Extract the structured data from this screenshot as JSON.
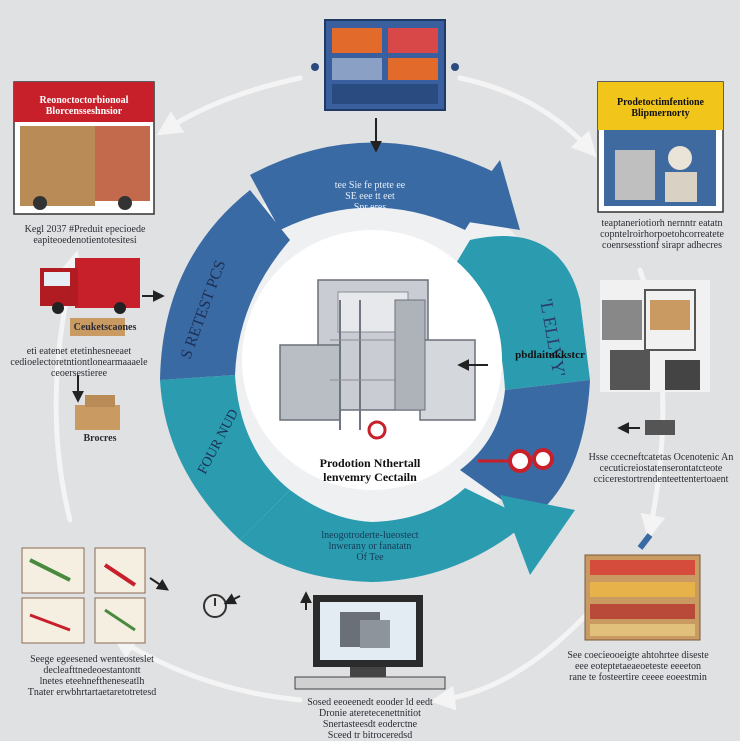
{
  "center": {
    "title_line1": "Prodotion Nthertall",
    "title_line2": "lenvemry Cectailn"
  },
  "ring_labels": {
    "top_lines": [
      "tee Sie fe ptete ee",
      "SE eee tt eet",
      "Spr eres"
    ],
    "bottom_lines": [
      "lneogotroderte-lueostect",
      "lnwerany or fanatatn",
      "Of Tee"
    ],
    "right_large": "'L ELLVY'",
    "right_small": "pbdlaitukkstcr",
    "left_upper": "S RETEST PCS",
    "left_lower": "FOUR NUD"
  },
  "stations": [
    {
      "id": "top-left",
      "header": [
        "Reonoctoctorbionoal",
        "Blorcensseshnsior"
      ],
      "caption": [
        "Kegl 2037 #Preduit epecioede",
        "eapiteoedenotientotesitesi"
      ]
    },
    {
      "id": "top-right",
      "header": [
        "Prodetoctimfentione",
        "Blipmernorty"
      ],
      "caption": [
        "teaptaneriotiorh nernntr eatatn",
        "copntelroirhorpoetohcorreatete",
        "coenrsesstionf sirapr adhecres"
      ]
    },
    {
      "id": "left-truck",
      "tag": "Ceuketscaones",
      "caption": [
        "eti eatenet etetinhesneeaet",
        "cedioelectoretntiontlonearmaaaele",
        "ceoersestieree"
      ]
    },
    {
      "id": "left-boxes",
      "tag": "Brocres"
    },
    {
      "id": "right-station",
      "caption": [
        "Hsse ccecneftcatetas Ocenotenic An",
        "cecuticreiostatenserontatcteote",
        "ccicerestortrendenteettentertoaent"
      ]
    },
    {
      "id": "bottom-left",
      "caption": [
        "Seege egeesened wenteosteslet",
        "decleafttnedeoestantontt",
        "lnetes eteehneftheneseatlh",
        "Tnater erwbhrtartaetaretotretesd"
      ]
    },
    {
      "id": "bottom-center",
      "caption": [
        "Sosed eeoeenedt eooder ld eedt",
        "Dronie ateretecenettnitiot",
        "Snertasteesdt eoderctne",
        "Sceed tr bitroceredsd"
      ]
    },
    {
      "id": "bottom-right",
      "caption": [
        "See coecieooeigte ahtohrtee diseste",
        "eee eoteptetaeaeoeteste eeeeton",
        "rane te fosteertire ceeee eoeestmin"
      ]
    }
  ],
  "colors": {
    "background": "#dfe1e3",
    "ring_blue": "#3a6aa3",
    "ring_teal": "#2b9cb0",
    "header_red": "#c8202a",
    "header_yellow": "#f2c51b",
    "arrow_gray": "#eeeeee"
  }
}
